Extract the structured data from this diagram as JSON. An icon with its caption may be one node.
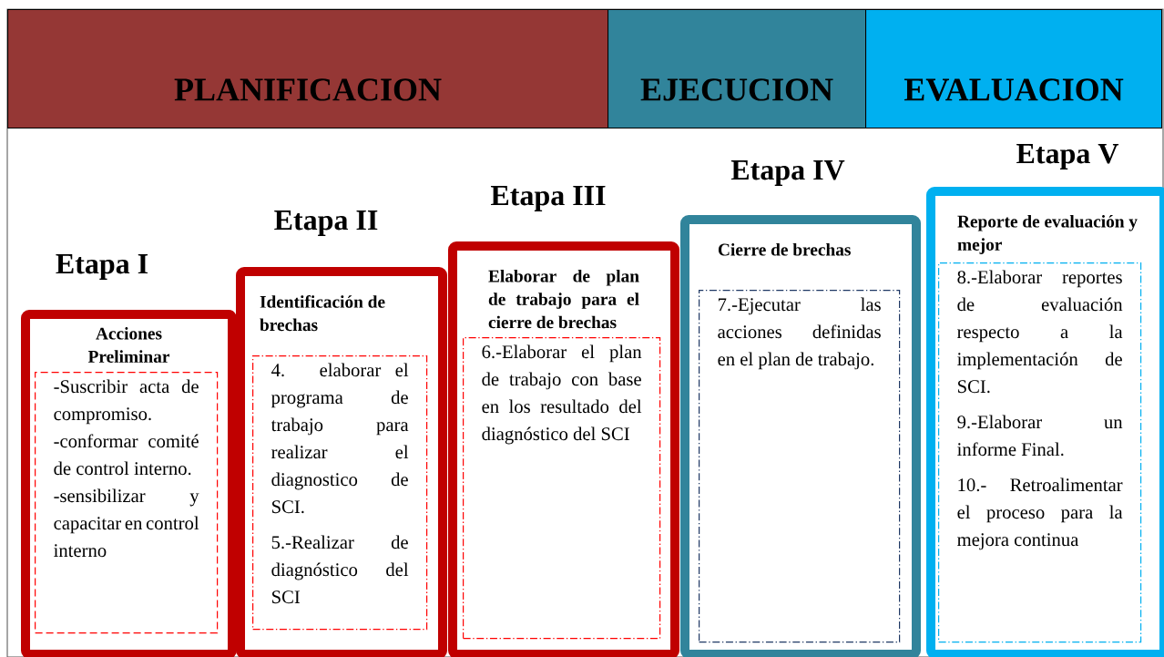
{
  "diagram": {
    "nodes": [
      {
        "text": [
          "PLANIFICACION"
        ]
      },
      {
        "text": [
          "EJECUCION"
        ]
      },
      {
        "text": [
          "EVALUACION"
        ]
      },
      {
        "text": [
          "Etapa I",
          "Acciones Preliminar"
        ]
      },
      {
        "text": [
          "-Suscribir acta de compromiso.",
          "-conformar comité de control interno.",
          "-sensibilizar y capacitar en control interno"
        ],
        "in": 3
      },
      {
        "text": [
          "Etapa II",
          "Identificación de brechas"
        ]
      },
      {
        "text": [
          "4. elaborar el programa de trabajo para realizar el diagnostico de SCI.",
          "5.-Realizar de diagnóstico del SCI"
        ],
        "in": 5
      },
      {
        "text": [
          "Etapa III",
          "Elaborar de plan de trabajo para el cierre de brechas"
        ]
      },
      {
        "text": [
          "6.-Elaborar el plan de trabajo con base en los resultado del diagnóstico del SCI"
        ],
        "in": 7
      },
      {
        "text": [
          "Etapa IV",
          "Cierre de brechas"
        ]
      },
      {
        "text": [
          "7.-Ejecutar las acciones definidas en el plan de trabajo."
        ],
        "in": 9
      },
      {
        "text": [
          "Etapa V",
          "Reporte de evaluación y mejor"
        ]
      },
      {
        "text": [
          "8.-Elaborar reportes de evaluación respecto a la implementación de SCI.",
          "9.-Elaborar un informe Final.",
          "10.- Retroalimentar el proceso para la mejora continua"
        ],
        "in": 11
      }
    ]
  }
}
